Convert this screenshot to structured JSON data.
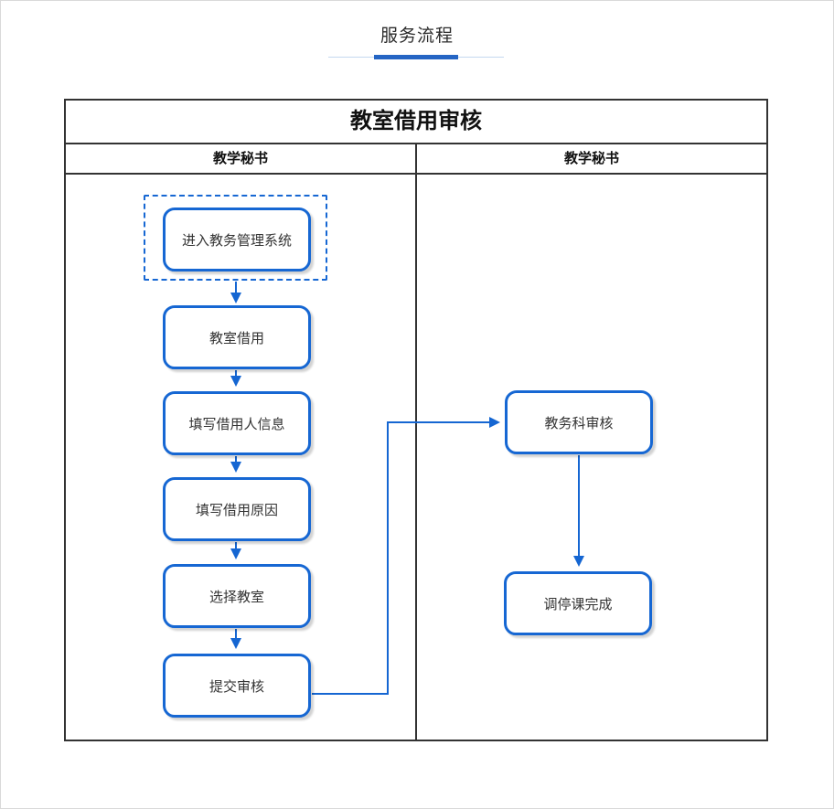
{
  "page": {
    "title": "服务流程"
  },
  "flowchart": {
    "title": "教室借用审核",
    "lanes": [
      {
        "header": "教学秘书"
      },
      {
        "header": "教学秘书"
      }
    ],
    "nodes": [
      {
        "id": "enter-system",
        "label": "进入教务管理系统",
        "lane": 0,
        "start": true
      },
      {
        "id": "classroom-borrow",
        "label": "教室借用",
        "lane": 0
      },
      {
        "id": "fill-borrower-info",
        "label": "填写借用人信息",
        "lane": 0
      },
      {
        "id": "fill-borrow-reason",
        "label": "填写借用原因",
        "lane": 0
      },
      {
        "id": "select-classroom",
        "label": "选择教室",
        "lane": 0
      },
      {
        "id": "submit-review",
        "label": "提交审核",
        "lane": 0
      },
      {
        "id": "academic-office-review",
        "label": "教务科审核",
        "lane": 1
      },
      {
        "id": "reschedule-complete",
        "label": "调停课完成",
        "lane": 1
      }
    ],
    "edges": [
      {
        "from": "enter-system",
        "to": "classroom-borrow"
      },
      {
        "from": "classroom-borrow",
        "to": "fill-borrower-info"
      },
      {
        "from": "fill-borrower-info",
        "to": "fill-borrow-reason"
      },
      {
        "from": "fill-borrow-reason",
        "to": "select-classroom"
      },
      {
        "from": "select-classroom",
        "to": "submit-review"
      },
      {
        "from": "submit-review",
        "to": "academic-office-review"
      },
      {
        "from": "academic-office-review",
        "to": "reschedule-complete"
      }
    ],
    "colors": {
      "node_border": "#1667d3",
      "arrow": "#1566d2",
      "frame_border": "#333333",
      "underline_thick": "#2565c4",
      "underline_thin": "#c5d9f0",
      "page_border": "#d9d9d9"
    }
  }
}
